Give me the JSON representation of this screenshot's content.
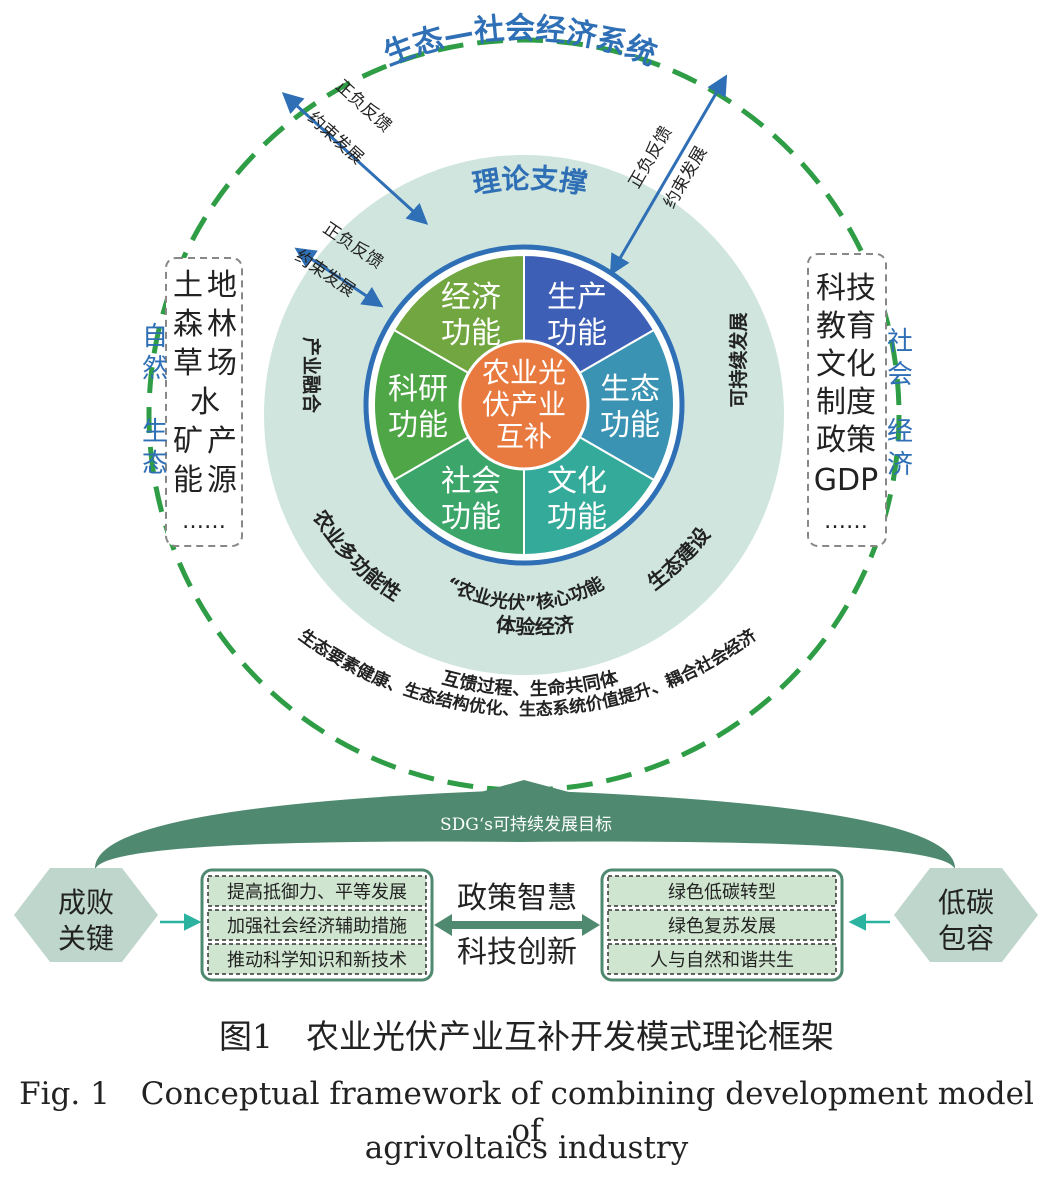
{
  "outer_title": "生态—社会经济系统",
  "theory_label": "理论支撑",
  "arrow_labels": {
    "left_outer": [
      "正负反馈",
      "约束发展"
    ],
    "left_inner": [
      "正负反馈",
      "约束发展"
    ],
    "right_outer": [
      "正负反馈",
      "约束发展"
    ]
  },
  "core": {
    "center": [
      "农业光",
      "伏产业",
      "互补"
    ],
    "functions": [
      {
        "label": [
          "生产",
          "功能"
        ],
        "color": "#3d5fb5"
      },
      {
        "label": [
          "生态",
          "功能"
        ],
        "color": "#3a93b3"
      },
      {
        "label": [
          "文化",
          "功能"
        ],
        "color": "#34aa9b"
      },
      {
        "label": [
          "社会",
          "功能"
        ],
        "color": "#3ca66a"
      },
      {
        "label": [
          "科研",
          "功能"
        ],
        "color": "#4fa647"
      },
      {
        "label": [
          "经济",
          "功能"
        ],
        "color": "#72a640"
      }
    ],
    "center_color": "#e8793f",
    "caption": "“农业光伏”核心功能"
  },
  "ring_labels": {
    "industry": "产业融合",
    "sustain": "可持续发展",
    "eco_build": "生态建设",
    "multi": "农业多功能性",
    "experience": "体验经济"
  },
  "bottom_lines": {
    "line1": "互馈过程、生命共同体",
    "line2": "生态要素健康、生态结构优化、生态系统价值提升、耦合社会经济"
  },
  "left_panel": {
    "title": "自然生态",
    "items": [
      "土地",
      "森林",
      "草场",
      "水",
      "矿产",
      "能源"
    ],
    "ellipsis": "……"
  },
  "right_panel": {
    "title": "社会经济",
    "items": [
      "科技",
      "教育",
      "文化",
      "制度",
      "政策",
      "GDP"
    ],
    "ellipsis": "……"
  },
  "sdg_label": "SDG‘s可持续发展目标",
  "hex_left": [
    "成败",
    "关键"
  ],
  "hex_right": [
    "低碳",
    "包容"
  ],
  "left_boxes": [
    "提高抵御力、平等发展",
    "加强社会经济辅助措施",
    "推动科学知识和新技术"
  ],
  "right_boxes": [
    "绿色低碳转型",
    "绿色复苏发展",
    "人与自然和谐共生"
  ],
  "center_text": [
    "政策智慧",
    "科技创新"
  ],
  "caption_cn": "图1　农业光伏产业互补开发模式理论框架",
  "caption_en1": "Fig. 1　Conceptual framework of combining development model of",
  "caption_en2": "agrivoltaics industry",
  "colors": {
    "dash_green": "#2e9d45",
    "ring": "#cfe5de",
    "title_blue": "#2f6fb5",
    "band": "#4f8a70",
    "hex": "#bfd6cc",
    "box_fill": "#cfe5cf",
    "arrow_blue": "#2f6fb5",
    "teal": "#2bb3a0"
  }
}
